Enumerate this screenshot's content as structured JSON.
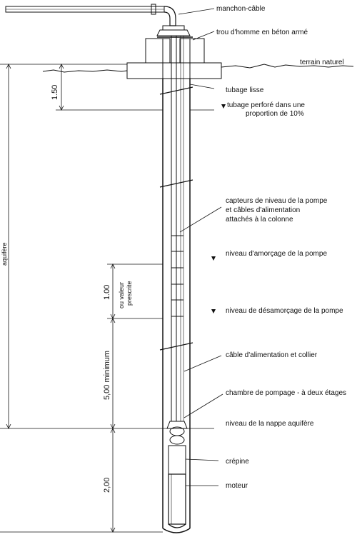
{
  "labels": {
    "manchon_cable": "manchon-câble",
    "trou_homme": "trou d'homme en béton armé",
    "terrain_naturel": "terrain naturel",
    "tubage_lisse": "tubage lisse",
    "tubage_perfore_1": "tubage perforé dans une",
    "tubage_perfore_2": "proportion de 10%",
    "capteurs_1": "capteurs de niveau de la pompe",
    "capteurs_2": "et câbles d'alimentation",
    "capteurs_3": "attachés à la colonne",
    "amorcage": "niveau d'amorçage de la pompe",
    "desamorcage": "niveau de désamorçage de la pompe",
    "cable_collier": "câble d'alimentation et collier",
    "chambre": "chambre de pompage - à deux étages",
    "nappe": "niveau de la nappe aquifère",
    "crepine": "crépine",
    "moteur": "moteur"
  },
  "dimensions": {
    "aquifere": "aquifère",
    "d150": "1.50",
    "d100": "1.00",
    "ou_valeur": "ou valeur",
    "prescrite": "prescrite",
    "d500": "5,00 minimum",
    "d200": "2,00"
  },
  "colors": {
    "ink": "#111111",
    "background": "#ffffff"
  }
}
